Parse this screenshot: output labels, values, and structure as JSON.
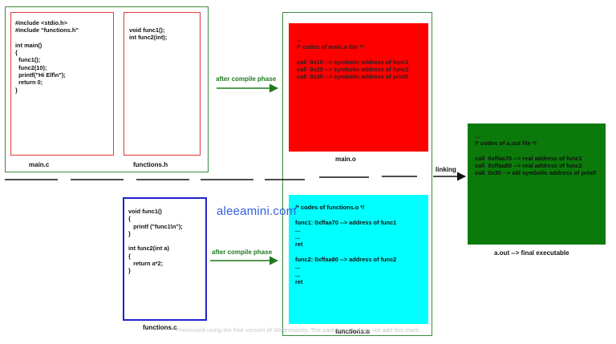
{
  "main_c": {
    "code": "#include <stdio.h>\n#include \"functions.h\"\n\nint main()\n{\n  func1();\n  func2(10);\n  printf(\"Hi Elf\\n\");\n  return 0;\n}",
    "label": "main.c"
  },
  "functions_h": {
    "code": "void func1();\nint func2(int);",
    "label": "functions.h"
  },
  "functions_c": {
    "code": "void func1()\n{\n   printf (\"func1\\n\");\n}\n\nint func2(int a)\n{\n   return a*2;\n}",
    "label": "functions.c"
  },
  "main_o": {
    "code": "...\n/* codes of main.o file */\n\ncall  0x10 --> symbolic address of func1\ncall  0x20 --> symbolic address of func2\ncall  0x30 --> symbolic address of printf",
    "label": "main.o",
    "fill": "#ff0000"
  },
  "functions_o": {
    "code": "/* codes of functions.o */\n\nfunc1: 0xffaa70 --> address of func1\n...\n...\nret\n\nfunc2: 0xffaa80 --> address of func2\n...\n...\nret",
    "label": "functions.o",
    "fill": "#00ffff"
  },
  "a_out": {
    "code": "...\n/* codes of a.out file */\n\ncall  0xffaa70 --> real address of func1\ncall  0xffaa80 --> real address of func2\ncall  0x30 --> stil symbolic address of printf",
    "label": "a.out --> final executable",
    "fill": "#0b7a0b"
  },
  "arrows": {
    "compile_top": "after compile phase",
    "compile_bottom": "after compile phase",
    "linking": "linking"
  },
  "colors": {
    "arrow_green": "#1f7a1f",
    "separator": "#111111",
    "source_border_red": "#e23b3b",
    "source_border_blue": "#2222cc",
    "group_border_green": "#3d8b3d"
  },
  "watermark": {
    "site": "aleeamini.com",
    "note": "Processed using the free version of Watermarkly. The paid version does not add this mark."
  }
}
